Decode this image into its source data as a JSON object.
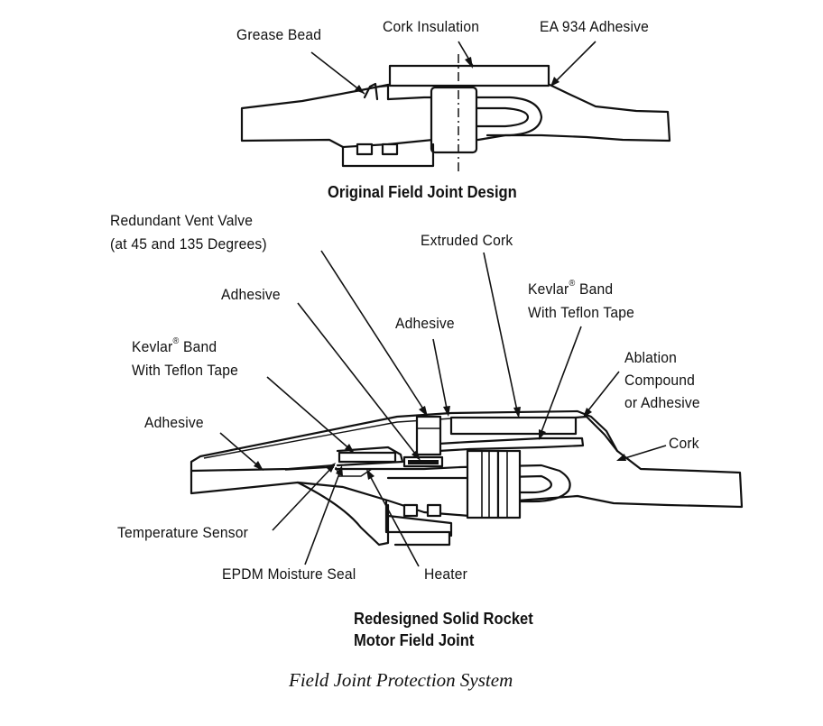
{
  "top": {
    "labels": {
      "grease_bead": "Grease Bead",
      "cork_insulation": "Cork Insulation",
      "ea934_adhesive": "EA 934 Adhesive"
    },
    "title": "Original Field Joint Design"
  },
  "bottom": {
    "labels": {
      "vent_valve_line1": "Redundant Vent Valve",
      "vent_valve_line2": "(at 45 and 135 Degrees)",
      "extruded_cork": "Extruded Cork",
      "kevlar_right_line1": "Kevlar",
      "kevlar_right_line2": "With Teflon Tape",
      "adhesive_upper": "Adhesive",
      "adhesive_middle": "Adhesive",
      "ablation_line1": "Ablation",
      "ablation_line2": "Compound",
      "ablation_line3": "or Adhesive",
      "kevlar_left_line1": "Kevlar",
      "kevlar_left_line2": "With Teflon Tape",
      "adhesive_left": "Adhesive",
      "cork": "Cork",
      "temperature_sensor": "Temperature Sensor",
      "epdm_moisture_seal": "EPDM Moisture Seal",
      "heater": "Heater",
      "band_suffix": "Band",
      "registered_mark": "®"
    },
    "title_line1": "Redesigned Solid Rocket",
    "title_line2": "Motor Field Joint"
  },
  "caption": "Field Joint Protection System"
}
